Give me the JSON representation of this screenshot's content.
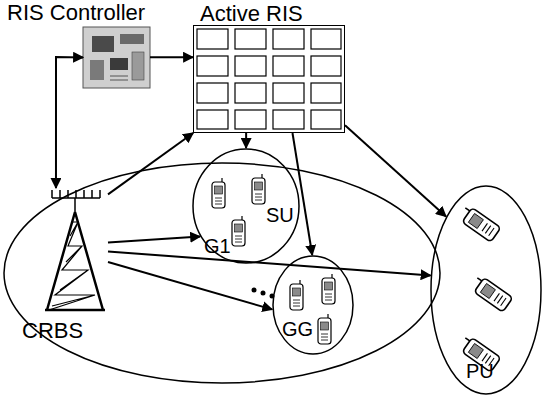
{
  "diagram": {
    "nodes": [
      {
        "text": [
          "RIS Controller"
        ]
      },
      {
        "text": [
          "Active RIS"
        ]
      },
      {
        "text": [
          "CRBS"
        ]
      },
      {
        "text": [
          "G1"
        ]
      },
      {
        "text": [
          "GG"
        ]
      },
      {
        "text": [
          "PU"
        ]
      }
    ],
    "edges": [
      {
        "from": 0,
        "to": 1,
        "arrow": "to"
      },
      {
        "from": 0,
        "to": 2,
        "arrow": "both"
      },
      {
        "from": 2,
        "to": 1,
        "arrow": "to"
      },
      {
        "from": 2,
        "to": 3,
        "arrow": "to"
      },
      {
        "from": 2,
        "to": 4,
        "arrow": "to"
      },
      {
        "from": 2,
        "to": 5,
        "arrow": "to"
      },
      {
        "from": 1,
        "to": 3,
        "arrow": "to"
      },
      {
        "from": 1,
        "to": 4,
        "arrow": "to"
      },
      {
        "from": 1,
        "to": 5,
        "arrow": "to"
      }
    ],
    "labels": [
      "SU"
    ]
  }
}
